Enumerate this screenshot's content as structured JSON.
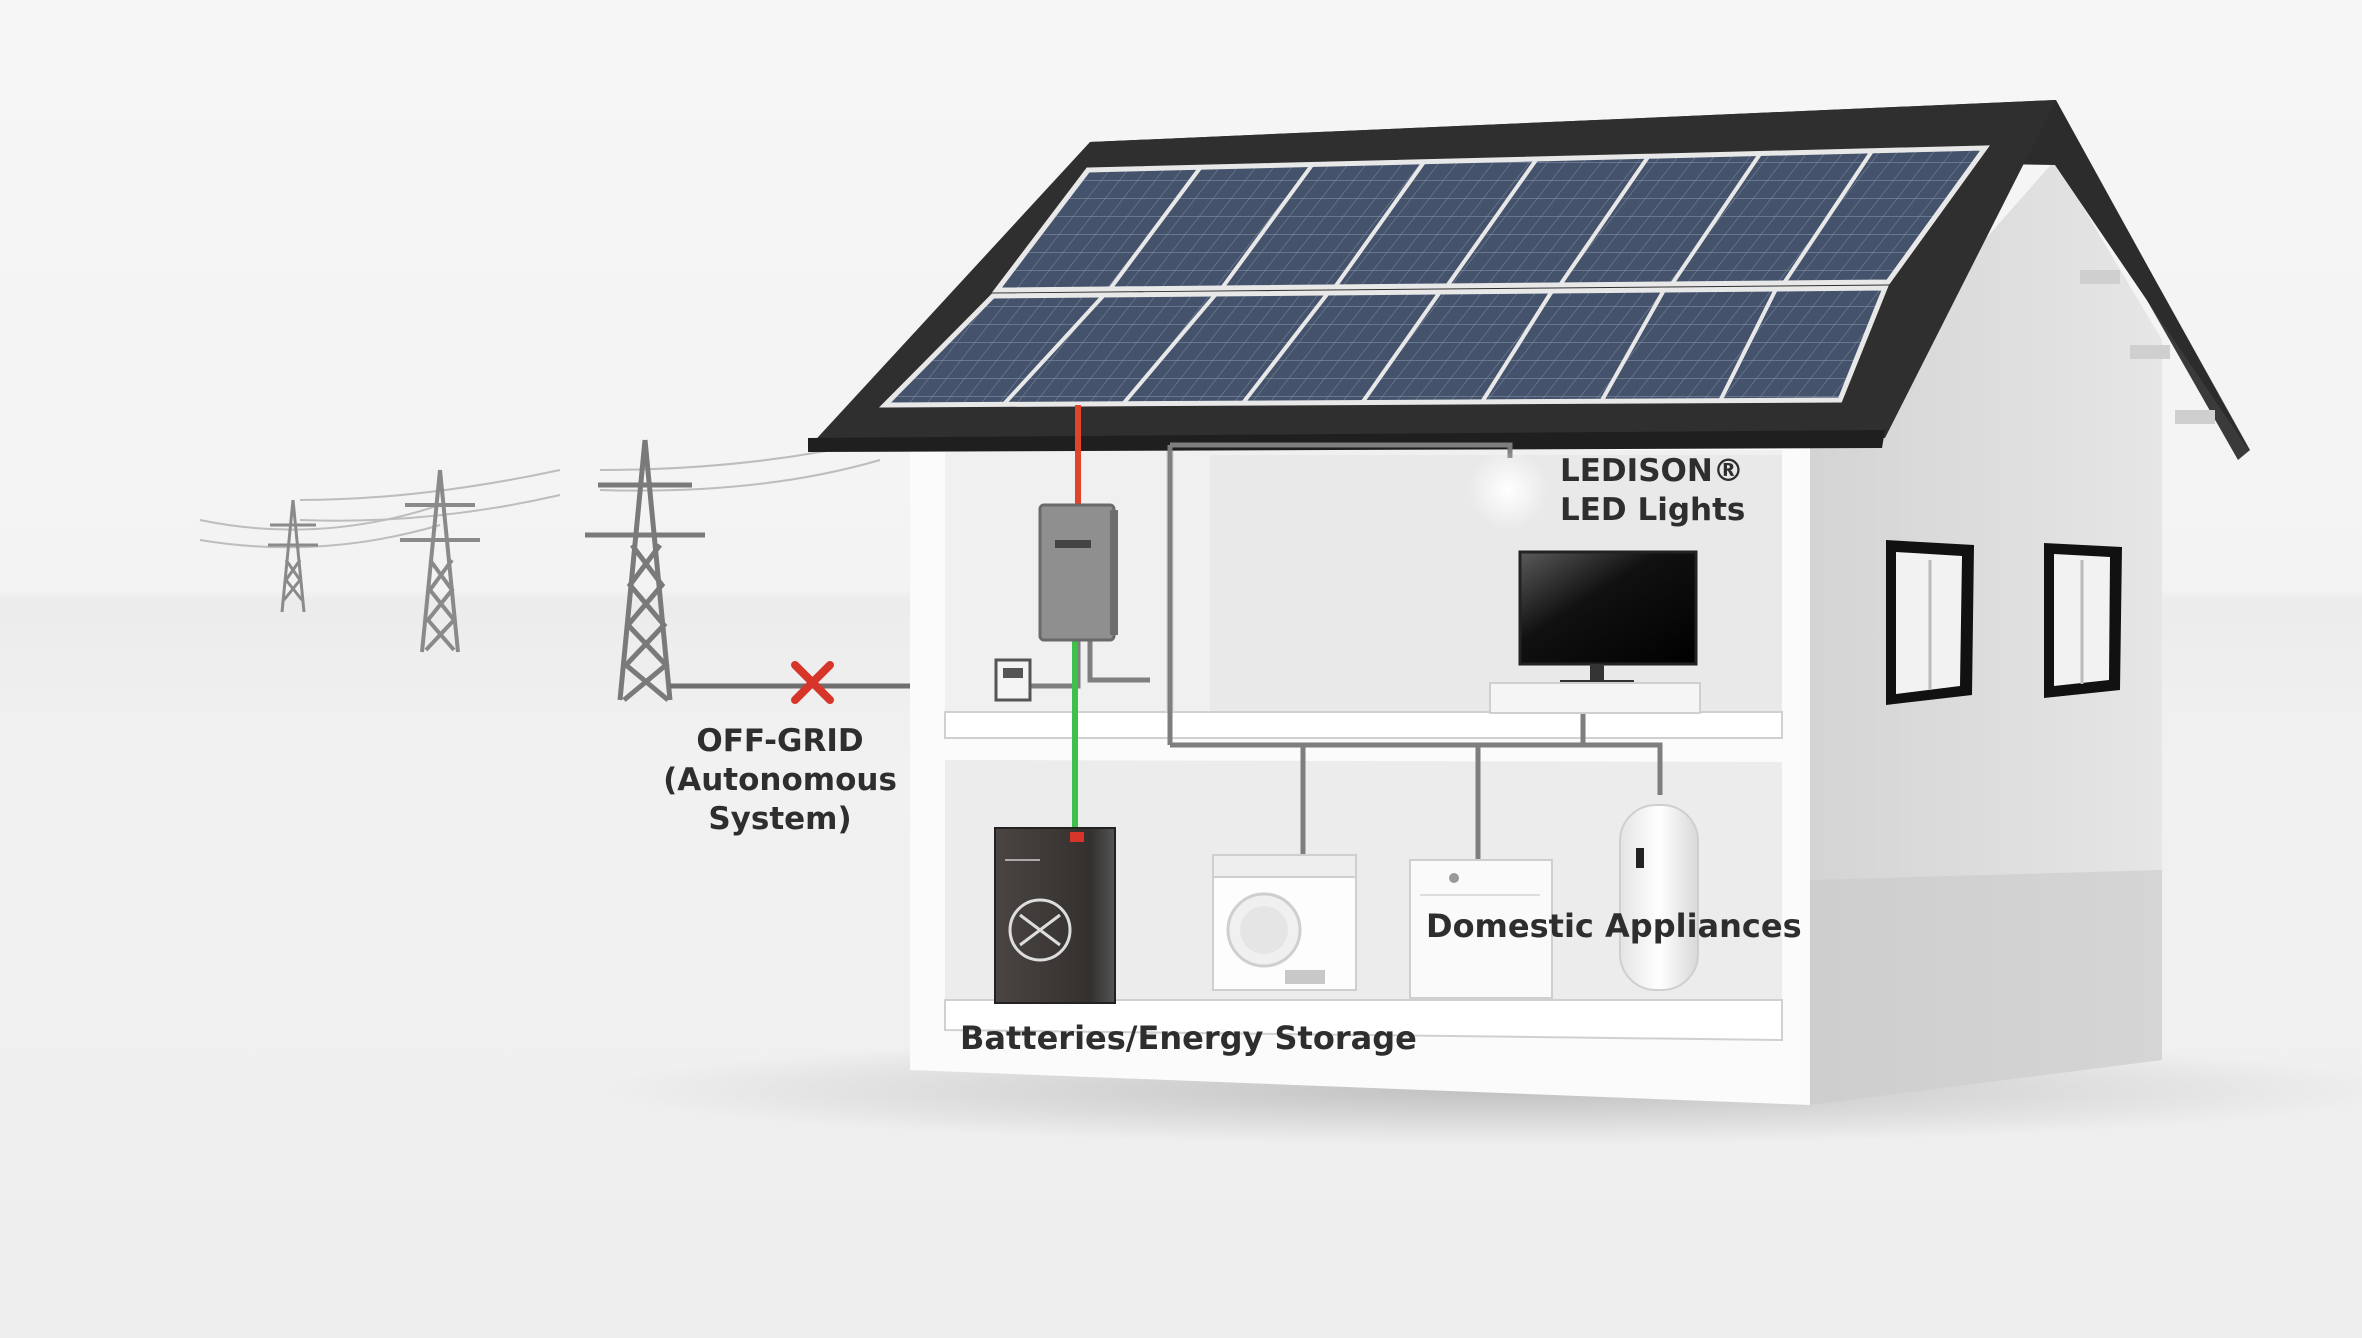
{
  "labels": {
    "off_grid": [
      "OFF-GRID",
      "(Autonomous",
      "System)"
    ],
    "ledison": [
      "LEDISON®",
      "LED Lights"
    ],
    "domestic_appliances": "Domestic Appliances",
    "batteries": "Batteries/Energy Storage"
  },
  "colors": {
    "solar_line": "#e0452a",
    "battery_line": "#3fc04a",
    "wiring": "#7e7e7e",
    "grid_cut_mark": "#d8352a",
    "roof": "#2f2f2f",
    "panel": "#3e4b60"
  }
}
